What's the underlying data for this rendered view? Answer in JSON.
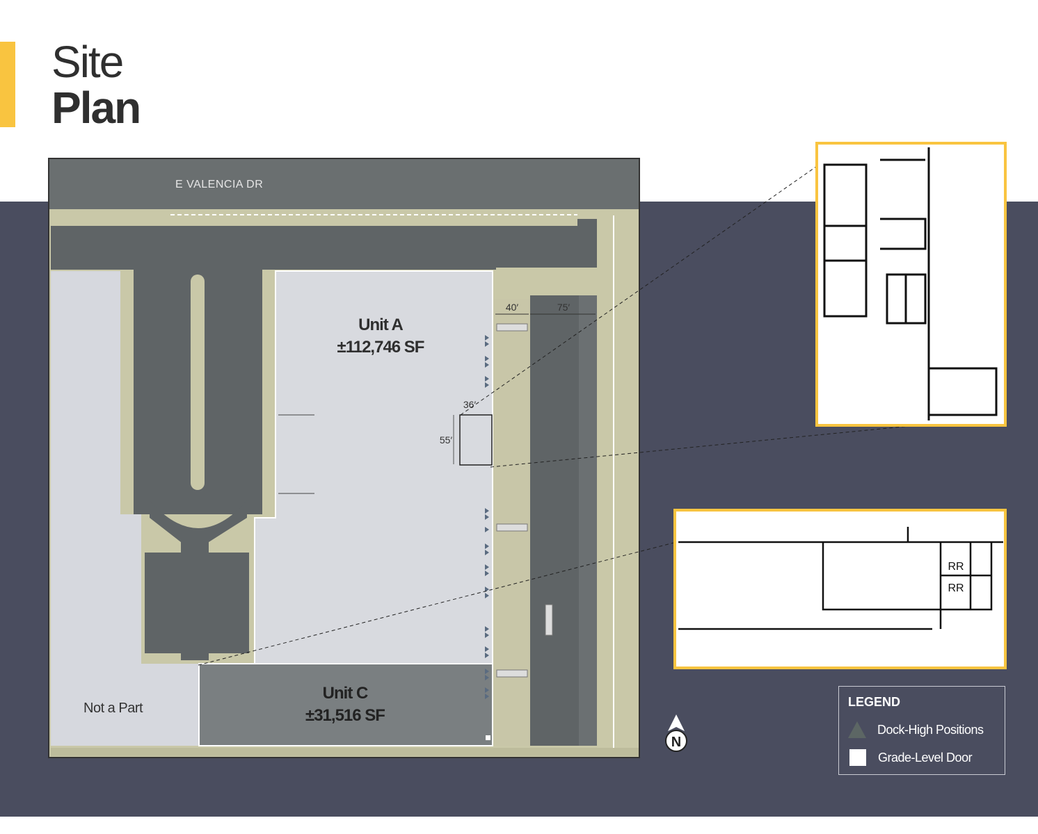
{
  "title": {
    "line1": "Site",
    "line2": "Plan"
  },
  "colors": {
    "accent": "#f9c440",
    "background_band": "#4a4d5f",
    "road": "#6a6f70",
    "landscape": "#c9c8a8",
    "unit_a": "#d8dadf",
    "unit_c": "#7a7f81",
    "dock_marker": "#5a6b80"
  },
  "map": {
    "street": "E VALENCIA DR",
    "units": [
      {
        "name": "Unit A",
        "area": "±112,746 SF"
      },
      {
        "name": "Unit C",
        "area": "±31,516 SF"
      }
    ],
    "not_a_part": "Not a Part",
    "dimensions": {
      "truck_court": "40′",
      "drive_aisle": "75′",
      "office_width": "36′",
      "office_depth": "55′"
    }
  },
  "insets": {
    "restroom_labels": [
      "RR",
      "RR"
    ]
  },
  "north_arrow": {
    "label": "N"
  },
  "legend": {
    "title": "LEGEND",
    "items": [
      {
        "icon": "triangle-icon",
        "label": "Dock-High Positions"
      },
      {
        "icon": "square-icon",
        "label": "Grade-Level Door"
      }
    ]
  }
}
